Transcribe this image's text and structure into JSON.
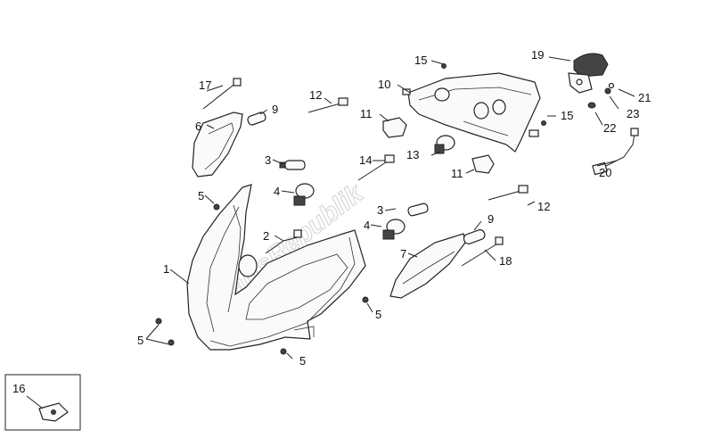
{
  "watermark": "PartsRepublik",
  "labels": {
    "p1": "1",
    "p2": "2",
    "p3a": "3",
    "p3b": "3",
    "p4a": "4",
    "p4b": "4",
    "p5a": "5",
    "p5b": "5",
    "p5c": "5",
    "p5d": "5",
    "p6": "6",
    "p7": "7",
    "p9a": "9",
    "p9b": "9",
    "p10": "10",
    "p11a": "11",
    "p11b": "11",
    "p12a": "12",
    "p12b": "12",
    "p13": "13",
    "p14": "14",
    "p15a": "15",
    "p15b": "15",
    "p16": "16",
    "p17": "17",
    "p18": "18",
    "p19": "19",
    "p20": "20",
    "p21": "21",
    "p22": "22",
    "p23": "23"
  }
}
